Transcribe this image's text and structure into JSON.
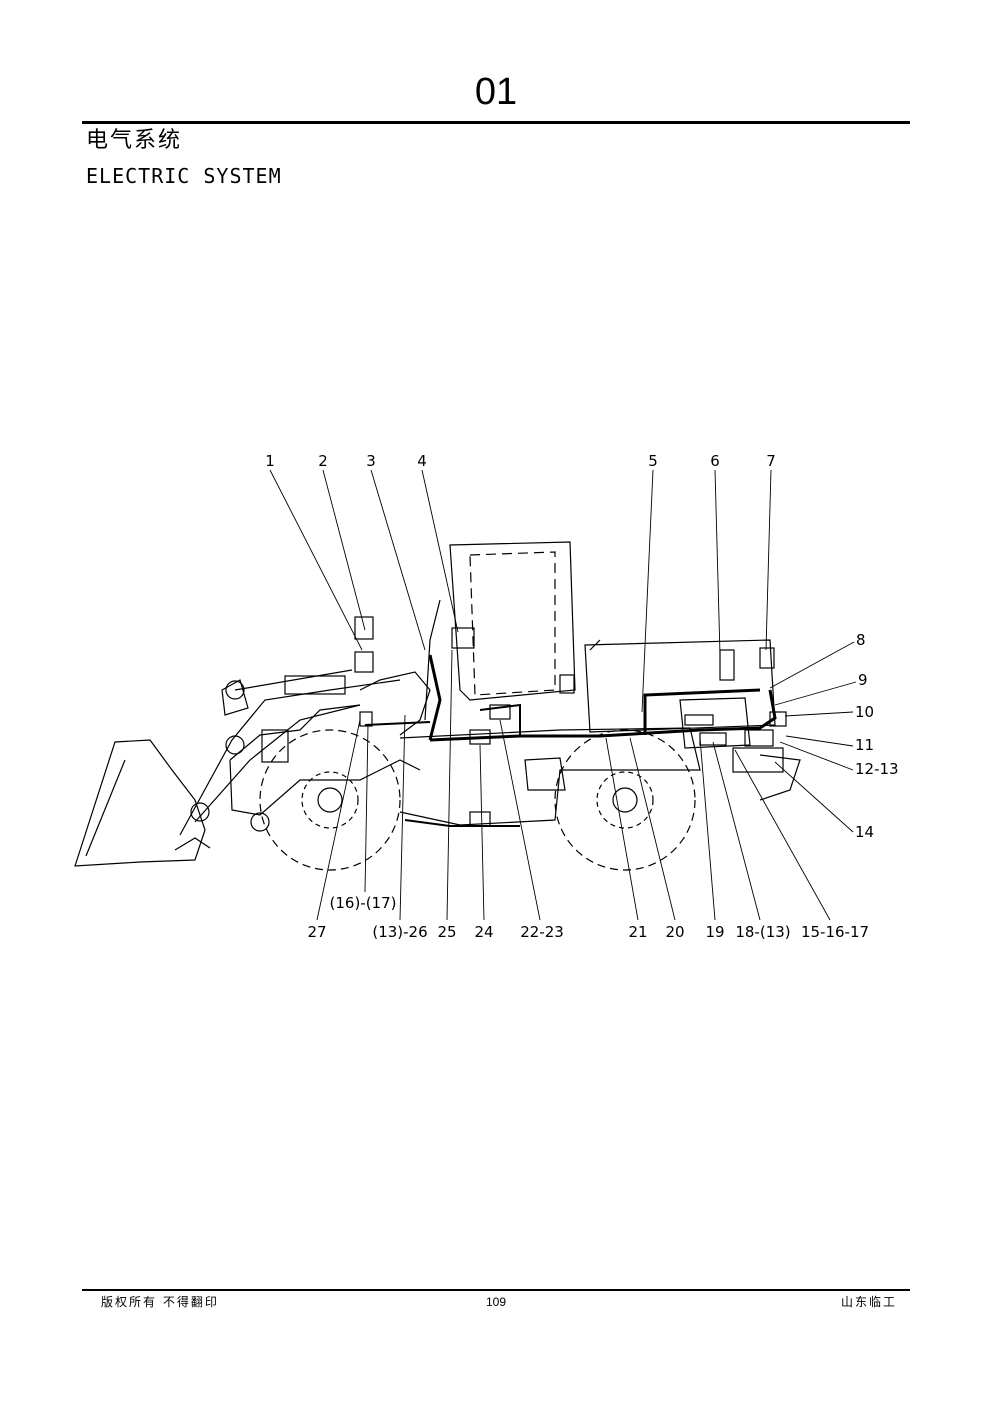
{
  "header": {
    "section_number": "01",
    "title_cn": "电气系统",
    "title_en": "ELECTRIC SYSTEM"
  },
  "diagram": {
    "callouts_top": [
      "1",
      "2",
      "3",
      "4",
      "5",
      "6",
      "7"
    ],
    "callouts_right": [
      "8",
      "9",
      "10",
      "11",
      "12-13",
      "14"
    ],
    "callouts_bottom": [
      "(16)-(17)",
      "27",
      "(13)-26",
      "25",
      "24",
      "22-23",
      "21",
      "20",
      "19",
      "18-(13)",
      "15-16-17"
    ]
  },
  "footer": {
    "copyright": "版权所有  不得翻印",
    "page_number": "109",
    "company": "山东临工"
  }
}
